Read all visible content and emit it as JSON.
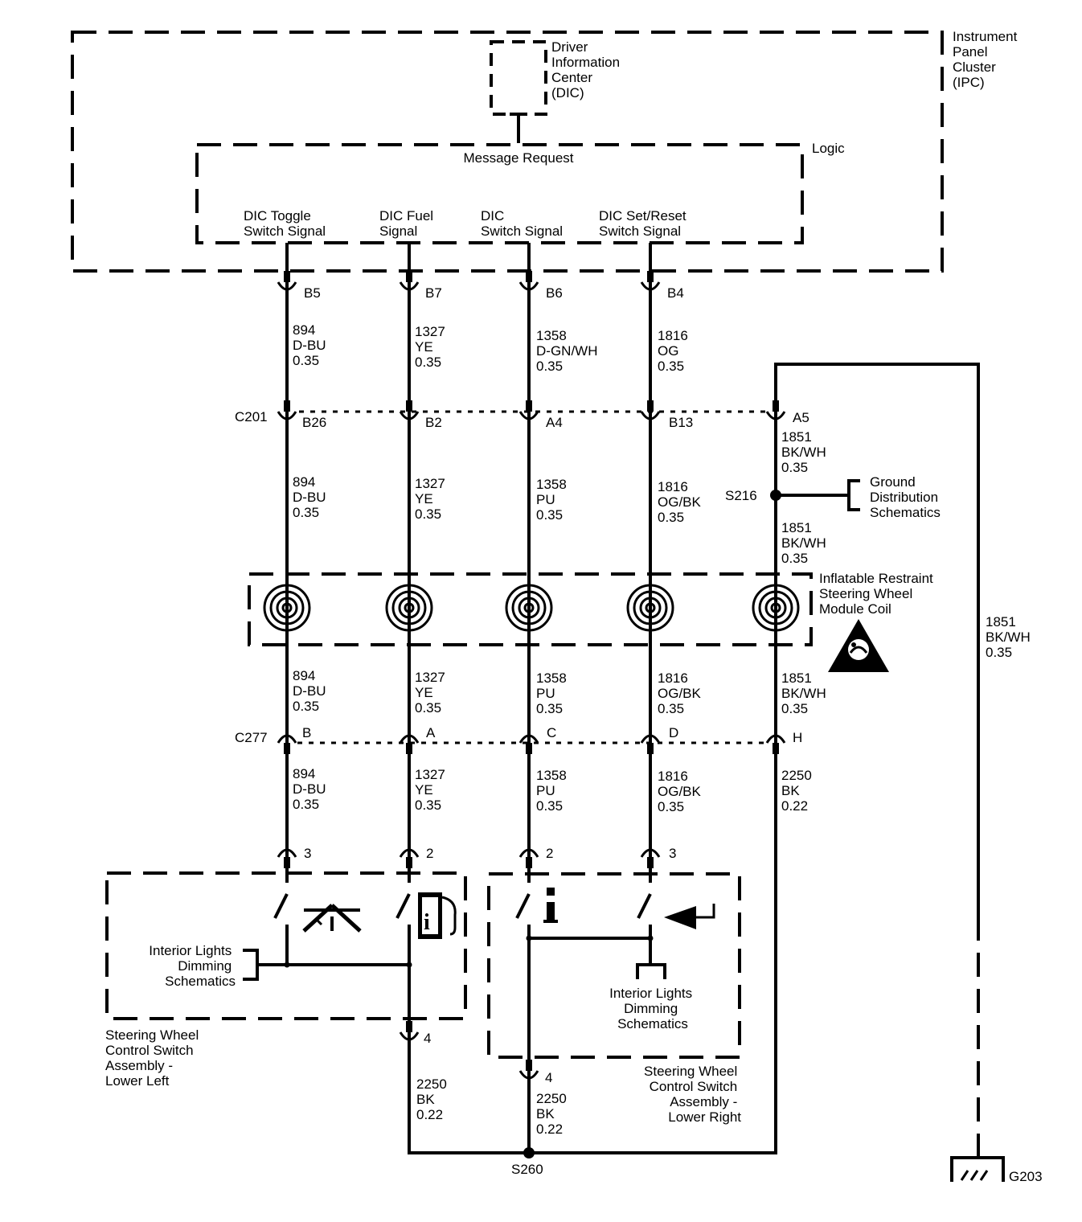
{
  "modules": {
    "ipc": [
      "Instrument",
      "Panel",
      "Cluster",
      "(IPC)"
    ],
    "dic": [
      "Driver",
      "Information",
      "Center",
      "(DIC)"
    ],
    "logic": "Logic",
    "message_request": "Message Request",
    "coil": [
      "Inflatable Restraint",
      "Steering Wheel",
      "Module Coil"
    ],
    "sw_left": [
      "Steering Wheel",
      "Control Switch",
      "Assembly -",
      "Lower Left"
    ],
    "sw_right": [
      "Steering Wheel",
      "Control Switch",
      "Assembly -",
      "Lower Right"
    ]
  },
  "signals": {
    "toggle": [
      "DIC Toggle",
      "Switch Signal"
    ],
    "fuel": [
      "DIC Fuel",
      "Signal"
    ],
    "switch": [
      "DIC",
      "Switch Signal"
    ],
    "setreset": [
      "DIC Set/Reset",
      "Switch Signal"
    ]
  },
  "pins": {
    "ipc": [
      "B5",
      "B7",
      "B6",
      "B4"
    ],
    "c201_name": "C201",
    "c201": [
      "B26",
      "B2",
      "A4",
      "B13",
      "A5"
    ],
    "c277_name": "C277",
    "c277": [
      "B",
      "A",
      "C",
      "D",
      "H"
    ],
    "switch_top": [
      "3",
      "2",
      "2",
      "3"
    ],
    "switch_bottom": [
      "4",
      "4"
    ]
  },
  "wires": {
    "seg1": [
      [
        "894",
        "D-BU",
        "0.35"
      ],
      [
        "1327",
        "YE",
        "0.35"
      ],
      [
        "1358",
        "D-GN/WH",
        "0.35"
      ],
      [
        "1816",
        "OG",
        "0.35"
      ]
    ],
    "seg2": [
      [
        "894",
        "D-BU",
        "0.35"
      ],
      [
        "1327",
        "YE",
        "0.35"
      ],
      [
        "1358",
        "PU",
        "0.35"
      ],
      [
        "1816",
        "OG/BK",
        "0.35"
      ]
    ],
    "seg3": [
      [
        "894",
        "D-BU",
        "0.35"
      ],
      [
        "1327",
        "YE",
        "0.35"
      ],
      [
        "1358",
        "PU",
        "0.35"
      ],
      [
        "1816",
        "OG/BK",
        "0.35"
      ],
      [
        "1851",
        "BK/WH",
        "0.35"
      ]
    ],
    "seg4": [
      [
        "894",
        "D-BU",
        "0.35"
      ],
      [
        "1327",
        "YE",
        "0.35"
      ],
      [
        "1358",
        "PU",
        "0.35"
      ],
      [
        "1816",
        "OG/BK",
        "0.35"
      ],
      [
        "2250",
        "BK",
        "0.22"
      ]
    ],
    "gnd_a": [
      "1851",
      "BK/WH",
      "0.35"
    ],
    "gnd_b": [
      "1851",
      "BK/WH",
      "0.35"
    ],
    "gnd_right": [
      "1851",
      "BK/WH",
      "0.35"
    ],
    "sw_left_gnd": [
      "2250",
      "BK",
      "0.22"
    ],
    "sw_right_gnd": [
      "2250",
      "BK",
      "0.22"
    ]
  },
  "splices": {
    "s216": "S216",
    "s260": "S260",
    "g203": "G203"
  },
  "references": {
    "ground_dist": [
      "Ground",
      "Distribution",
      "Schematics"
    ],
    "lights_left": [
      "Interior Lights",
      "Dimming",
      "Schematics"
    ],
    "lights_right": [
      "Interior Lights",
      "Dimming",
      "Schematics"
    ]
  },
  "icons": {
    "lane": "lane-road-icon",
    "fuel": "fuel-pump-info-icon",
    "info": "info-icon",
    "enter": "enter-arrow-icon",
    "airbag": "airbag-warning-icon"
  }
}
